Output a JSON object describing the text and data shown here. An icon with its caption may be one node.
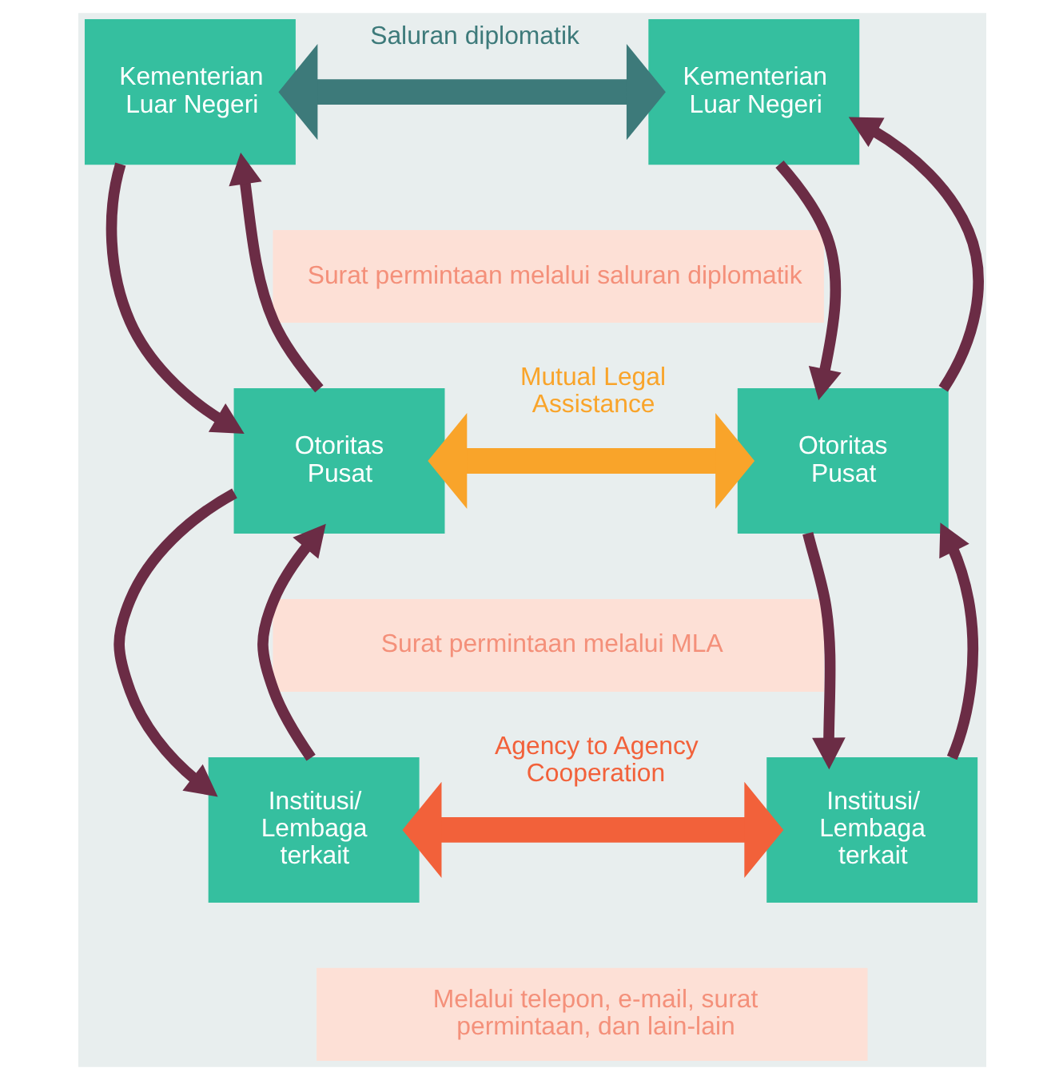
{
  "diagram": {
    "nodes": [
      {
        "text": [
          "Kementerian Luar Negeri"
        ]
      },
      {
        "text": [
          "Kementerian Luar Negeri"
        ]
      },
      {
        "text": [
          "Surat permintaan melalui saluran diplomatik"
        ]
      },
      {
        "text": [
          "Otoritas Pusat"
        ]
      },
      {
        "text": [
          "Otoritas Pusat"
        ]
      },
      {
        "text": [
          "Surat permintaan melalui MLA"
        ]
      },
      {
        "text": [
          "Institusi/ Lembaga terkait"
        ]
      },
      {
        "text": [
          "Institusi/ Lembaga terkait"
        ]
      },
      {
        "text": [
          "Melalui telepon, e-mail, surat permintaan, dan lain-lain"
        ]
      }
    ],
    "edges": [
      {
        "from": 0,
        "to": 1,
        "arrow": "both",
        "label": "Saluran diplomatik",
        "style": "thick",
        "color": "#3d7a7a"
      },
      {
        "from": 3,
        "to": 0,
        "arrow": "to"
      },
      {
        "from": 0,
        "to": 3,
        "arrow": "to"
      },
      {
        "from": 4,
        "to": 1,
        "arrow": "to"
      },
      {
        "from": 1,
        "to": 4,
        "arrow": "to"
      },
      {
        "from": 3,
        "to": 4,
        "arrow": "both",
        "label": "Mutual Legal Assistance",
        "style": "thick",
        "color": "#f9a42a"
      },
      {
        "from": 6,
        "to": 3,
        "arrow": "to"
      },
      {
        "from": 3,
        "to": 6,
        "arrow": "to"
      },
      {
        "from": 7,
        "to": 4,
        "arrow": "to"
      },
      {
        "from": 4,
        "to": 7,
        "arrow": "to"
      },
      {
        "from": 6,
        "to": 7,
        "arrow": "both",
        "label": "Agency to Agency Cooperation",
        "style": "thick",
        "color": "#f2613a"
      }
    ]
  }
}
